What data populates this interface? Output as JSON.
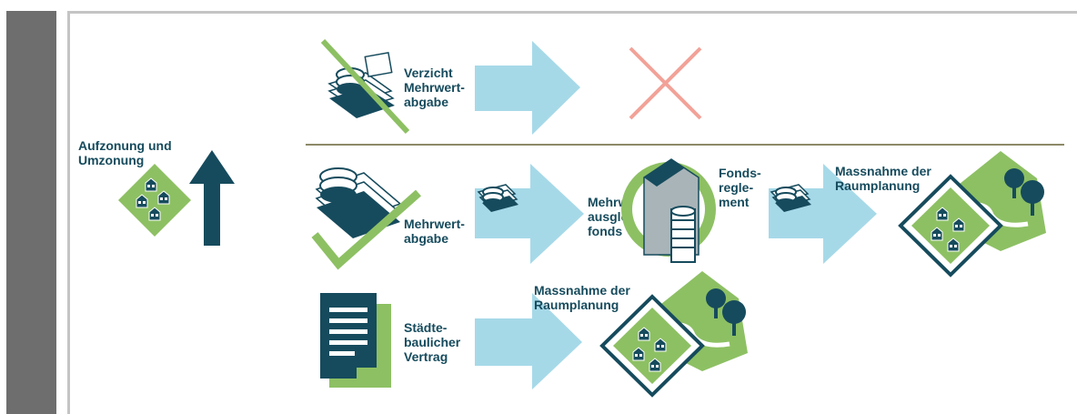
{
  "diagram": {
    "left_label": "Aufzonung und Umzonung",
    "row1": {
      "label": "Verzicht Mehrwert-abgabe"
    },
    "row2": {
      "label": "Mehrwert-abgabe",
      "fund_label": "Mehrwert-ausgleichs-fonds",
      "regulation_label": "Fonds-regle-ment",
      "measure_label": "Massnahme der Raumplanung"
    },
    "row3": {
      "label": "Städte-baulicher Vertrag",
      "measure_label": "Massnahme der Raumplanung"
    }
  },
  "colors": {
    "navy": "#164b5d",
    "light_blue": "#a6d9e8",
    "green": "#8dc063",
    "red_x": "#f2a298",
    "divider": "#8d8a67",
    "sidebar": "#6e6e6e"
  }
}
